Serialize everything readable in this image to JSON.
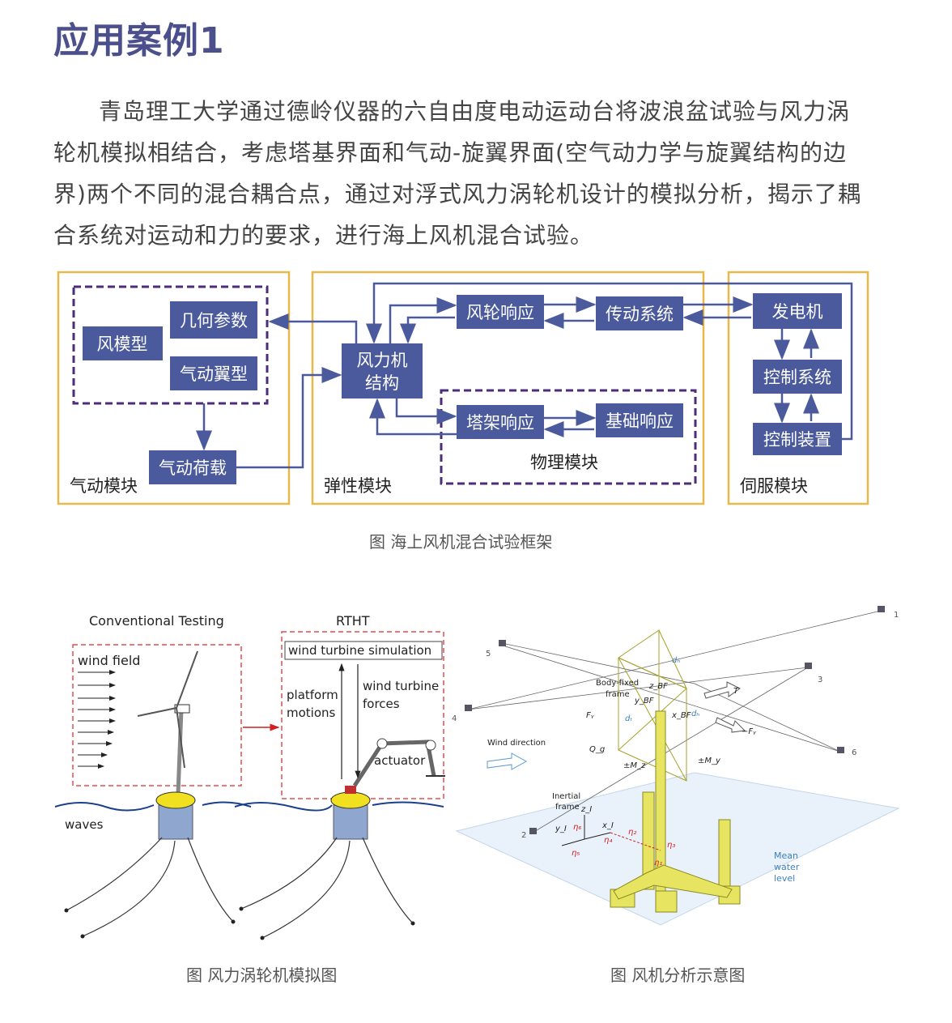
{
  "title": "应用案例1",
  "paragraph": "青岛理工大学通过德岭仪器的六自由度电动运动台将波浪盆试验与风力涡轮机模拟相结合，考虑塔基界面和气动-旋翼界面(空气动力学与旋翼结构的边界)两个不同的混合耦合点，通过对浮式风力涡轮机设计的模拟分析，揭示了耦合系统对运动和力的要求，进行海上风机混合试验。",
  "framework": {
    "colors": {
      "module_border": "#e8b84a",
      "box_fill": "#4a5a9c",
      "dashed": "#4b2d7a",
      "arrow": "#4a5a9c"
    },
    "modules": {
      "aero": "气动模块",
      "elastic": "弹性模块",
      "servo": "伺服模块",
      "physical": "物理模块"
    },
    "boxes": {
      "wind_model": "风模型",
      "geometry": "几何参数",
      "airfoil": "气动翼型",
      "aero_load": "气动荷载",
      "structure_line1": "风力机",
      "structure_line2": "结构",
      "rotor": "风轮响应",
      "drivetrain": "传动系统",
      "tower": "塔架响应",
      "foundation": "基础响应",
      "generator": "发电机",
      "control_system": "控制系统",
      "control_device": "控制装置"
    },
    "caption": "图 海上风机混合试验框架"
  },
  "sim_figure": {
    "conventional": "Conventional Testing",
    "rtht": "RTHT",
    "wind_field": "wind field",
    "waves": "waves",
    "simulation": "wind turbine simulation",
    "platform_line1": "platform",
    "platform_line2": "motions",
    "forces_line1": "wind turbine",
    "forces_line2": "forces",
    "actuator": "actuator",
    "caption": "图 风力涡轮机模拟图"
  },
  "analysis_figure": {
    "cameras": [
      "1",
      "2",
      "3",
      "4",
      "5",
      "6"
    ],
    "wind_direction": "Wind direction",
    "body_fixed_line1": "Body-fixed",
    "body_fixed_line2": "frame",
    "inertial_line1": "Inertial",
    "inertial_line2": "frame",
    "mean_line1": "Mean",
    "mean_line2": "water",
    "mean_line3": "level",
    "labels": {
      "dh": "dₕ",
      "dh2": "dₕ",
      "dt": "dₜ",
      "zbf": "z_BF",
      "ybf": "y_BF",
      "xbf": "x_BF",
      "T": "T",
      "Fy": "Fᵧ",
      "negFy": "−Fᵧ",
      "Qg": "Q_g",
      "Mz": "±M_z",
      "My": "±M_y",
      "zI": "z_I",
      "yI": "y_I",
      "xI": "x_I",
      "eta1": "η₁",
      "eta2": "η₂",
      "eta3": "η₃",
      "eta4": "η₄",
      "eta5": "η₅",
      "eta6": "η₆"
    },
    "caption": "图 风机分析示意图"
  }
}
